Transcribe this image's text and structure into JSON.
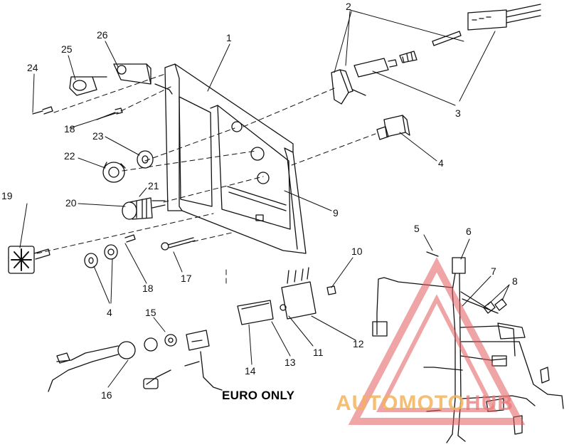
{
  "callouts": [
    {
      "id": "c1",
      "label": "1"
    },
    {
      "id": "c2",
      "label": "2"
    },
    {
      "id": "c3",
      "label": "3"
    },
    {
      "id": "c4a",
      "label": "4"
    },
    {
      "id": "c4b",
      "label": "4"
    },
    {
      "id": "c5",
      "label": "5"
    },
    {
      "id": "c6",
      "label": "6"
    },
    {
      "id": "c7",
      "label": "7"
    },
    {
      "id": "c8",
      "label": "8"
    },
    {
      "id": "c9",
      "label": "9"
    },
    {
      "id": "c10",
      "label": "10"
    },
    {
      "id": "c11",
      "label": "11"
    },
    {
      "id": "c12",
      "label": "12"
    },
    {
      "id": "c13",
      "label": "13"
    },
    {
      "id": "c14",
      "label": "14"
    },
    {
      "id": "c15",
      "label": "15"
    },
    {
      "id": "c16",
      "label": "16"
    },
    {
      "id": "c17",
      "label": "17"
    },
    {
      "id": "c18a",
      "label": "18"
    },
    {
      "id": "c18b",
      "label": "18"
    },
    {
      "id": "c19",
      "label": "19"
    },
    {
      "id": "c20",
      "label": "20"
    },
    {
      "id": "c21",
      "label": "21"
    },
    {
      "id": "c22",
      "label": "22"
    },
    {
      "id": "c23",
      "label": "23"
    },
    {
      "id": "c24",
      "label": "24"
    },
    {
      "id": "c25",
      "label": "25"
    },
    {
      "id": "c26",
      "label": "26"
    }
  ],
  "note": "EURO ONLY",
  "watermark": {
    "part1": "AUTOMOTO",
    "part2": "HUB",
    "color_primary": "#f3b35c",
    "color_secondary": "#e8797a"
  }
}
